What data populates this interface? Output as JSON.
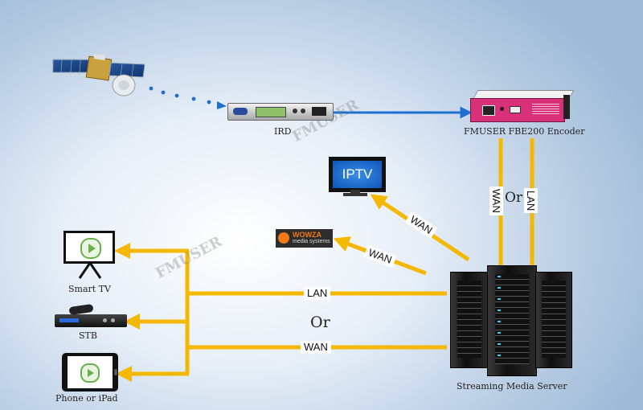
{
  "nodes": {
    "ird": "IRD",
    "encoder": "FMUSER FBE200 Encoder",
    "iptv": "IPTV",
    "wowza_brand": "WOWZA",
    "wowza_sub": "media systems",
    "smart_tv": "Smart TV",
    "stb": "STB",
    "phone": "Phone or iPad",
    "server": "Streaming Media Server"
  },
  "links": {
    "wan": "WAN",
    "lan": "LAN",
    "or": "Or"
  },
  "watermark": "FMUSER",
  "colors": {
    "link_yellow": "#f5b800",
    "link_blue": "#1f6fd1",
    "encoder_pink": "#d9307a"
  }
}
